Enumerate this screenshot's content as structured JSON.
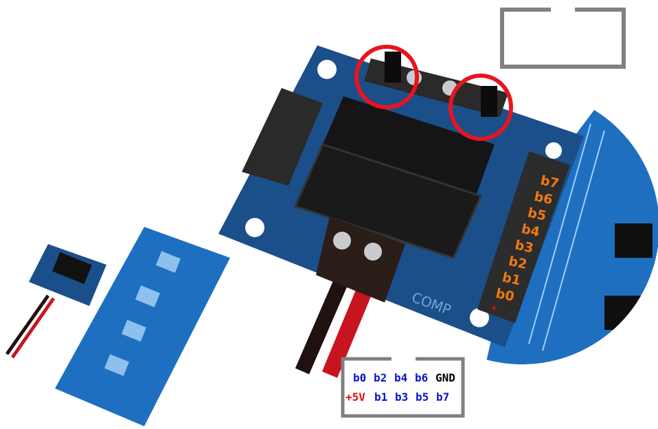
{
  "board": {
    "silkscreen": "COMP"
  },
  "header_labels": [
    "b7",
    "b6",
    "b5",
    "b4",
    "b3",
    "b2",
    "b1",
    "b0"
  ],
  "plus_marker": "+",
  "pinout": {
    "top_row": [
      "b0",
      "b2",
      "b4",
      "b6",
      "GND"
    ],
    "bottom_row": [
      "+5V",
      "b1",
      "b3",
      "b5",
      "b7"
    ]
  },
  "colors": {
    "label": "#f07a10",
    "highlight": "#e8141e",
    "signal": "#0a14c8",
    "power": "#e01010",
    "frame": "#808080"
  }
}
